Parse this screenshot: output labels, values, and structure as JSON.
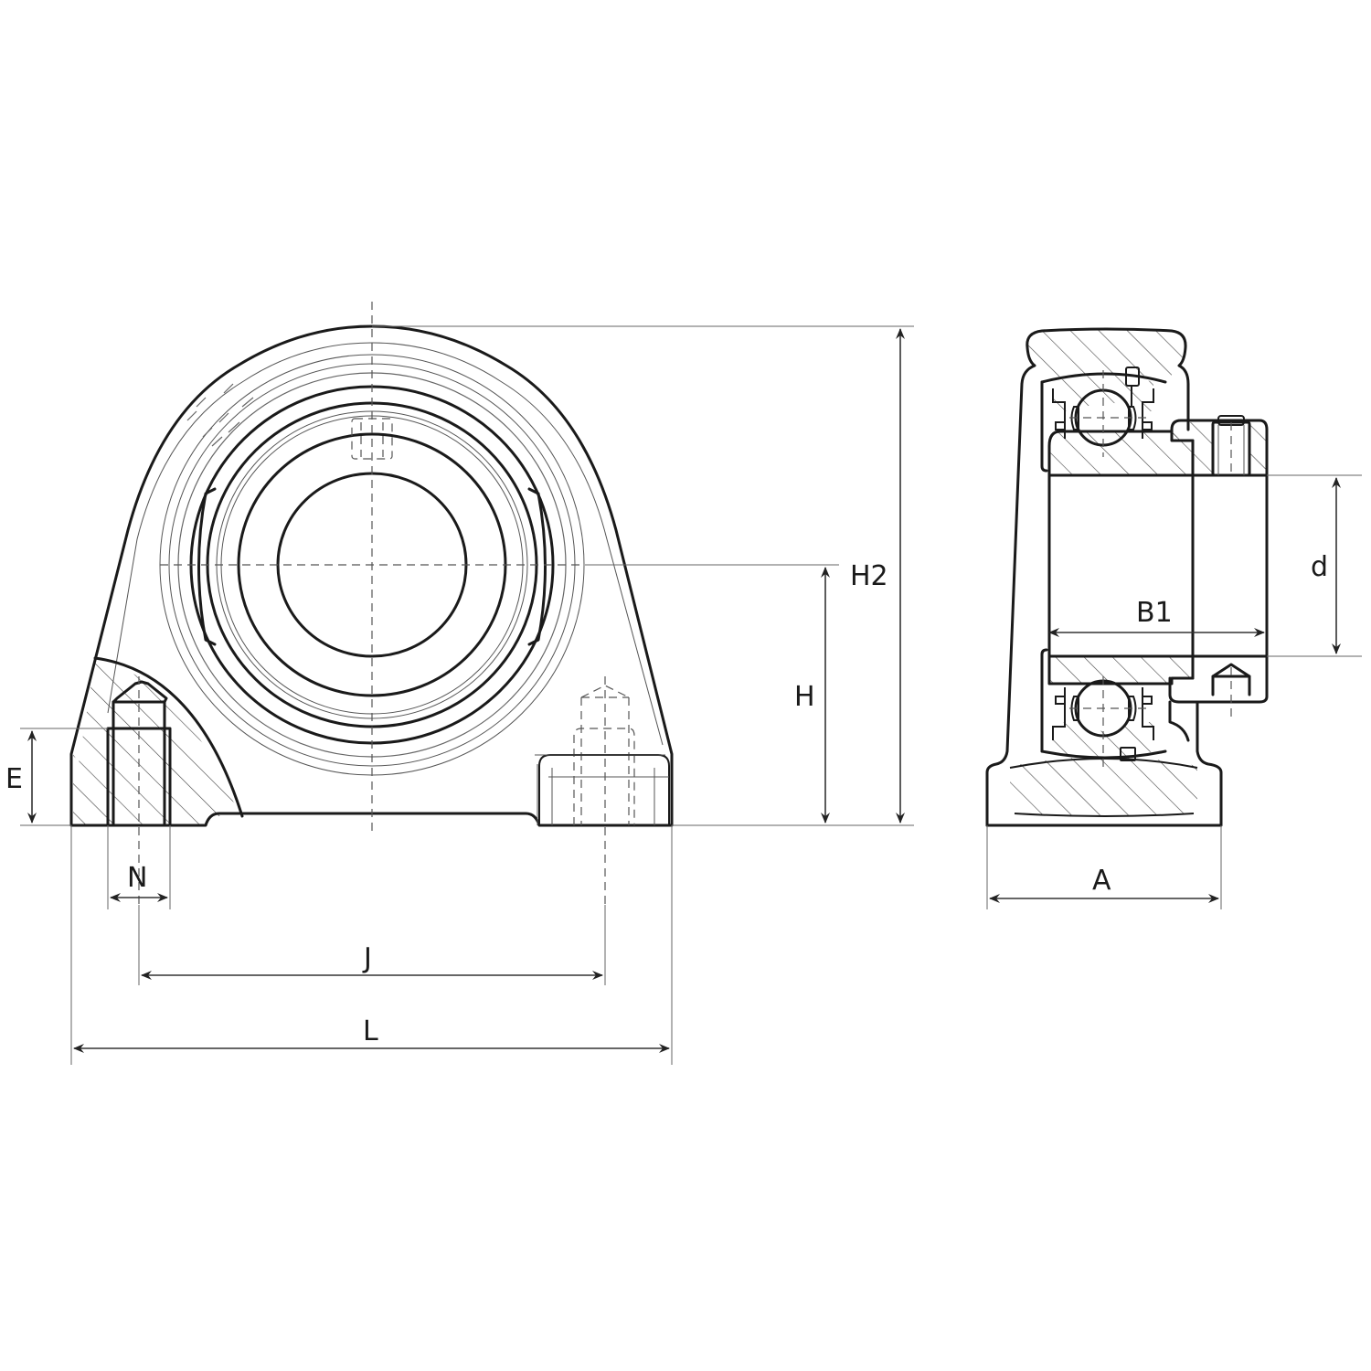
{
  "drawing": {
    "subject": "Pillow block bearing (unit) technical dimension drawing",
    "views": [
      {
        "name": "front-view",
        "description": "Front elevation with partial section through left bolt hole"
      },
      {
        "name": "side-view",
        "description": "Side section through bearing insert with locking collar"
      }
    ],
    "line_color": "#1a1a1a",
    "background": "#ffffff"
  },
  "dimensions": {
    "H2": {
      "label": "H2",
      "meaning": "overall height"
    },
    "H": {
      "label": "H",
      "meaning": "shaft center height"
    },
    "E": {
      "label": "E",
      "meaning": "base thickness"
    },
    "N": {
      "label": "N",
      "meaning": "bolt hole width"
    },
    "J": {
      "label": "J",
      "meaning": "bolt hole center distance"
    },
    "L": {
      "label": "L",
      "meaning": "overall base length"
    },
    "A": {
      "label": "A",
      "meaning": "base width"
    },
    "B1": {
      "label": "B1",
      "meaning": "inner ring width incl. collar"
    },
    "d": {
      "label": "d",
      "meaning": "bore diameter"
    }
  }
}
